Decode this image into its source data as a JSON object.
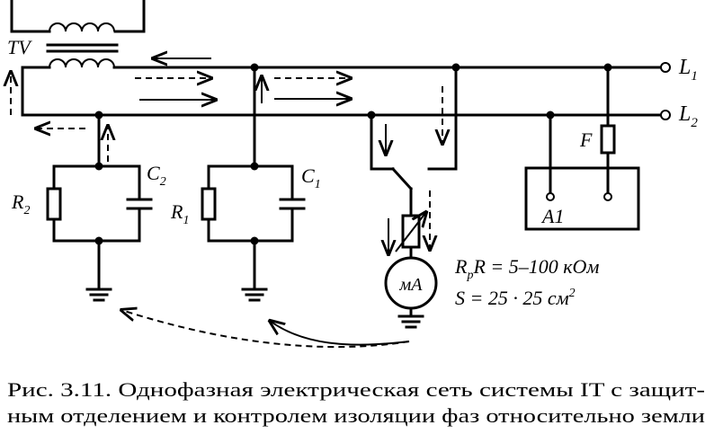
{
  "labels": {
    "transformer": "TV",
    "line1": "L",
    "line1_sub": "1",
    "line2": "L",
    "line2_sub": "2",
    "c2": "C",
    "c2_sub": "2",
    "r2": "R",
    "r2_sub": "2",
    "c1": "C",
    "c1_sub": "1",
    "r1": "R",
    "r1_sub": "1",
    "fuse": "F",
    "device": "A1",
    "meter": "мА",
    "rp_line": "R = 5–100 кОм",
    "rp_sub": "p",
    "s_line": "S = 25 · 25 см",
    "s_sup": "2"
  },
  "caption": {
    "line1": "Рис. 3.11. Однофазная электрическая сеть системы IT с защит-",
    "line2": "ным отделением и контролем изоляции фаз относительно земли"
  }
}
